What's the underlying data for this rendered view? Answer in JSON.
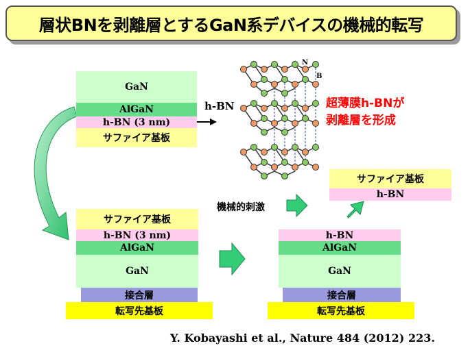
{
  "title": "層状BNを剥離層とするGaN系デバイスの機械的転写",
  "stack_before": {
    "gan": "GaN",
    "algan": "AlGaN",
    "hbn": "h-BN  (3 nm)",
    "sapphire": "サファイア基板"
  },
  "hbn_pointer_label": "h-BN",
  "atom_labels": {
    "n": "N",
    "b": "B"
  },
  "annotation": {
    "line1": "超薄膜h-BNが",
    "line2": "剥離層を形成"
  },
  "stack_flipped": {
    "sapphire": "サファイア基板",
    "hbn": "h-BN  (3 nm)",
    "algan": "AlGaN",
    "gan": "GaN",
    "bonding": "接合層",
    "target": "転写先基板"
  },
  "mechanical_stimulus": "機械的刺激",
  "peeled_off": {
    "sapphire": "サファイア基板",
    "hbn": "h-BN"
  },
  "stack_after": {
    "hbn": "h-BN",
    "algan": "AlGaN",
    "gan": "GaN",
    "bonding": "接合層",
    "target": "転写先基板"
  },
  "citation": "Y. Kobayashi et al., Nature 484 (2012) 223.",
  "colors": {
    "gan": "#ccffcc",
    "algan": "#66dd88",
    "hbn": "#ffccee",
    "sapphire": "#ffff99",
    "bonding": "#9999dd",
    "target": "#ffff00",
    "arrow": "#33cc77",
    "annotation": "#ff0000"
  }
}
